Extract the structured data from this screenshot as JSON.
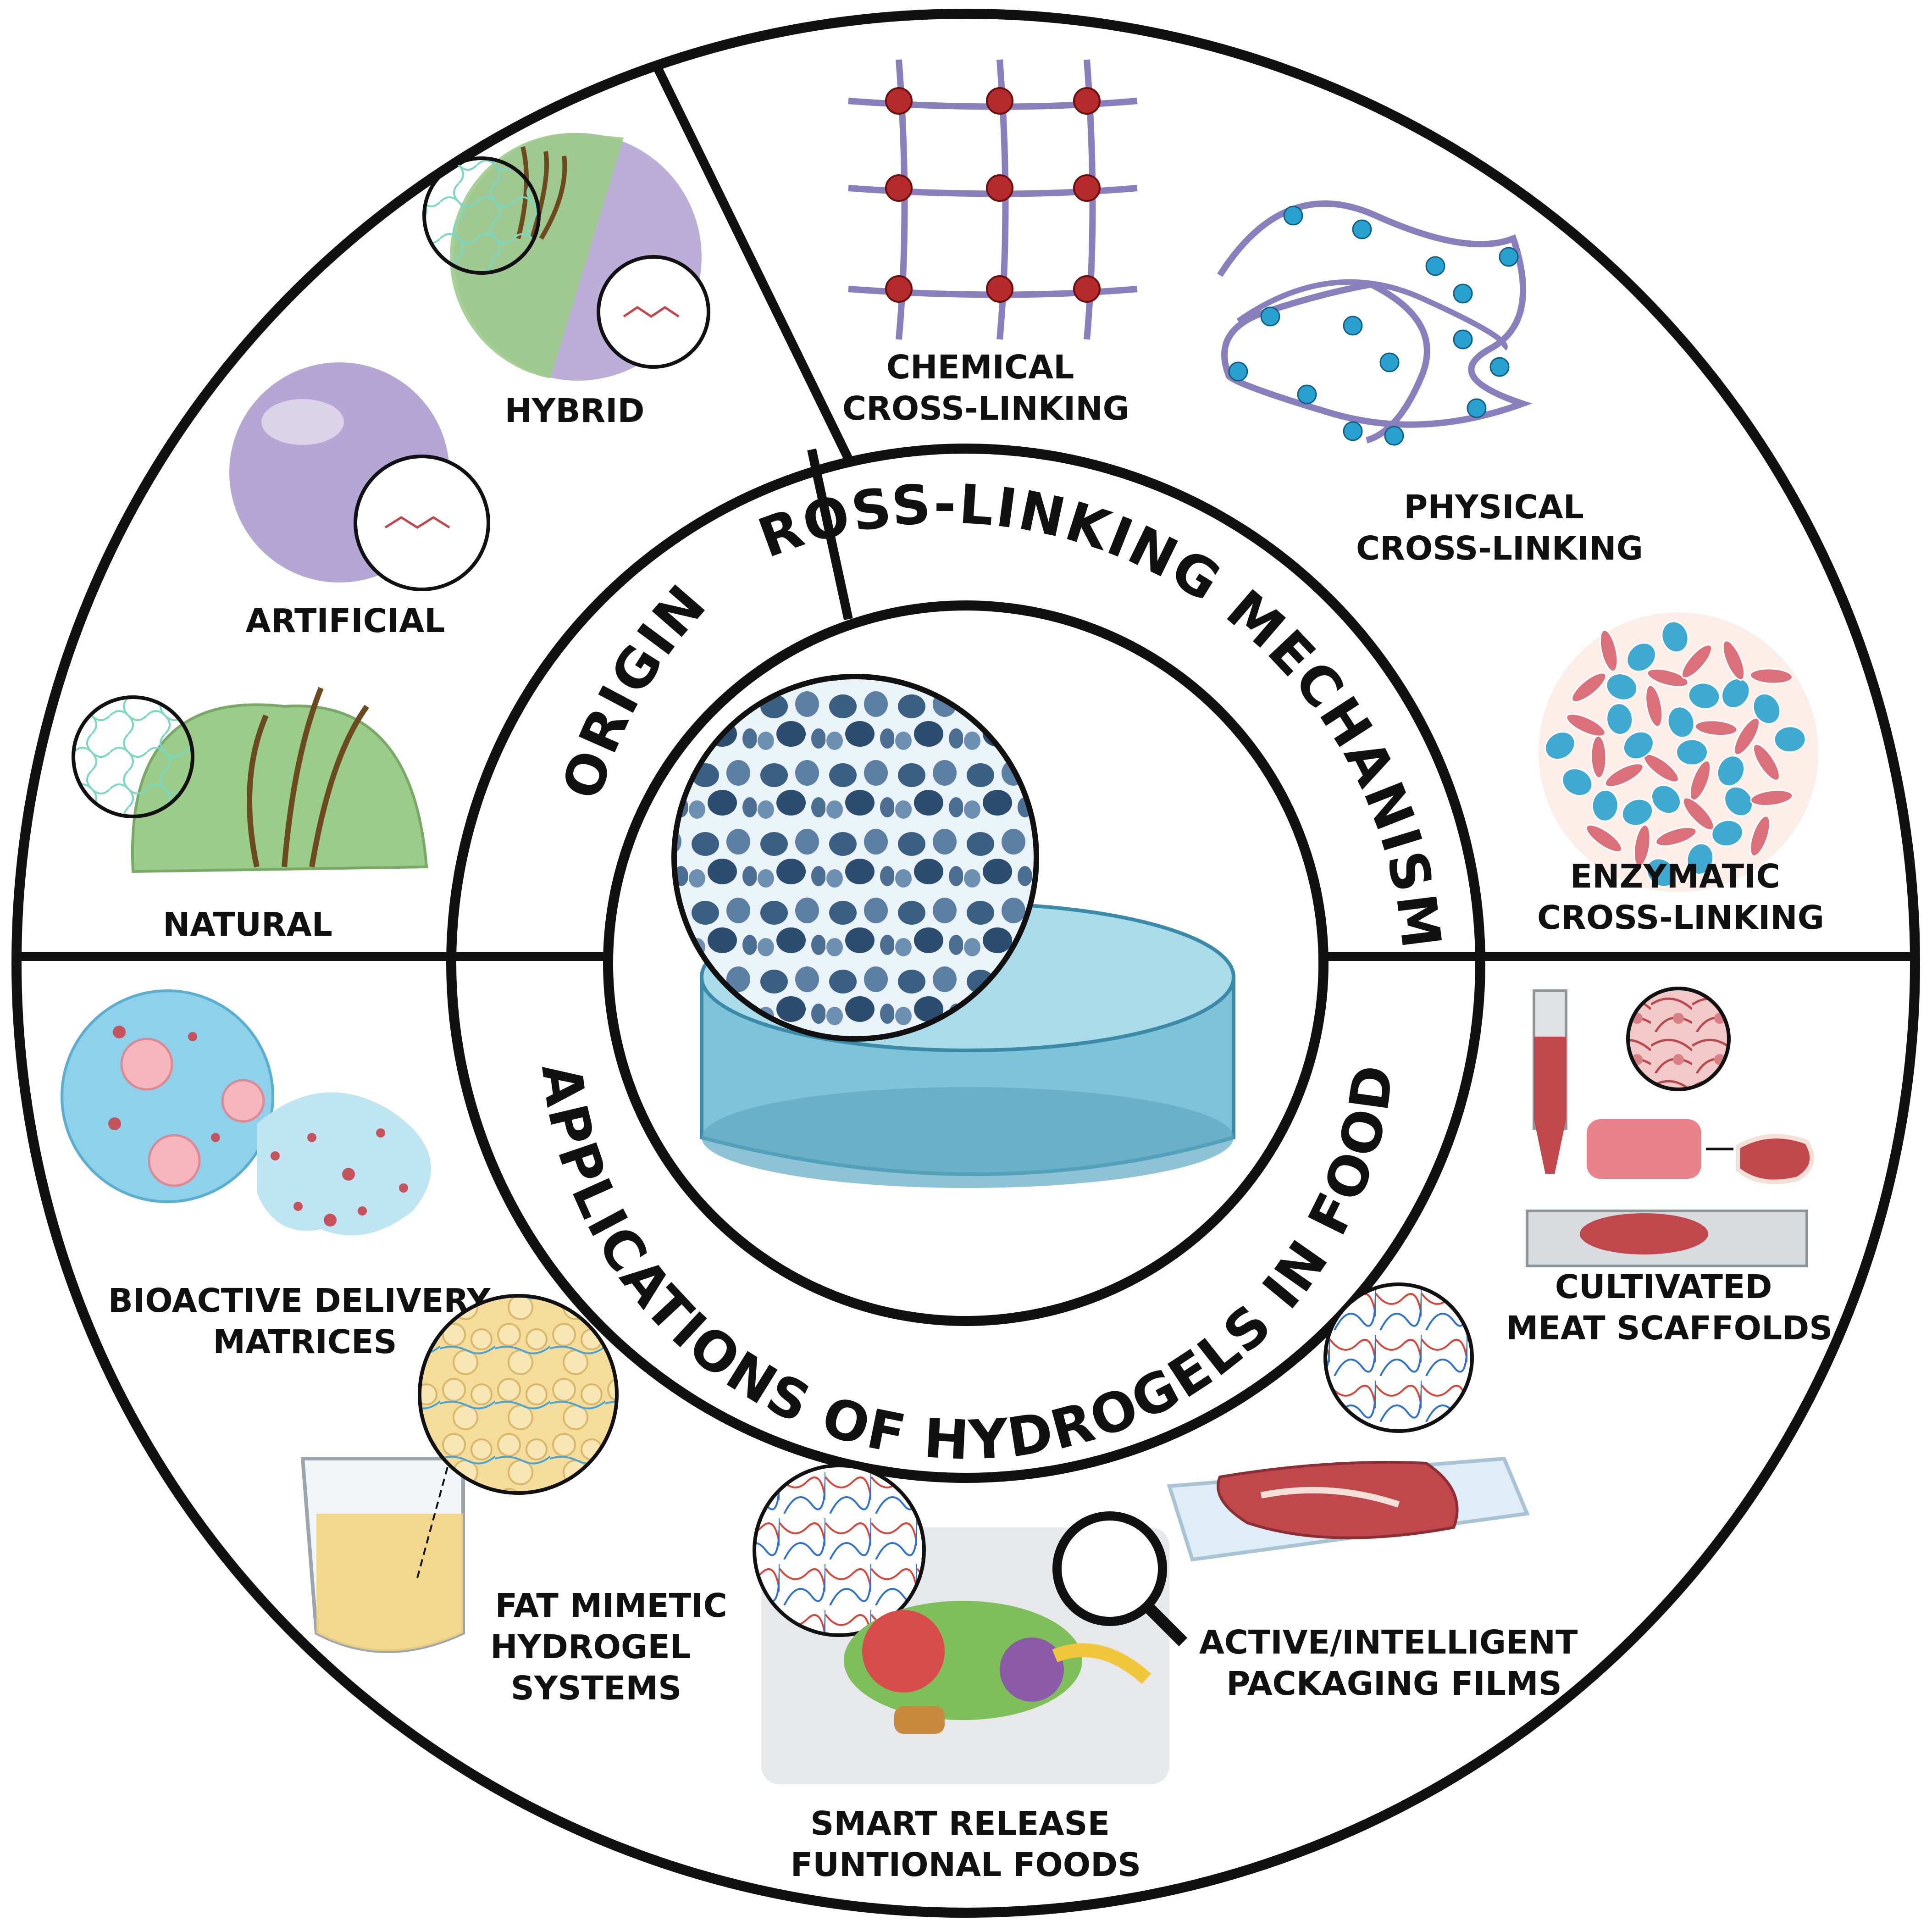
{
  "ring_labels": {
    "origin": "ORIGIN",
    "crosslinking": "CROSS-LINKING MECHANISMS",
    "applications": "APPLICATIONS OF HYDROGELS IN FOOD"
  },
  "origin": {
    "hybrid": [
      "HYBRID"
    ],
    "artificial": [
      "ARTIFICIAL"
    ],
    "natural": [
      "NATURAL"
    ]
  },
  "crosslinking": {
    "chemical": [
      "CHEMICAL",
      "CROSS-LINKING"
    ],
    "physical": [
      "PHYSICAL",
      "CROSS-LINKING"
    ],
    "enzymatic": [
      "ENZYMATIC",
      "CROSS-LINKING"
    ]
  },
  "applications": {
    "bioactive": [
      "BIOACTIVE DELIVERY",
      "MATRICES"
    ],
    "fat_mimetic": [
      "FAT MIMETIC",
      "HYDROGEL",
      "SYSTEMS"
    ],
    "smart_release": [
      "SMART RELEASE",
      "FUNTIONAL FOODS"
    ],
    "packaging": [
      "ACTIVE/INTELLIGENT",
      "PACKAGING FILMS"
    ],
    "cultivated_meat": [
      "CULTIVATED",
      "MEAT SCAFFOLDS"
    ]
  },
  "colors": {
    "outline": "#111111",
    "hydrogel_blue": "#7fc3d8",
    "chemical_node": "#b52a2a",
    "physical_node": "#2aa0d0",
    "strand": "#8a7fbd",
    "natural_green": "#9ccc8a",
    "artificial_purple": "#b5a6d3",
    "meat_red": "#c0474c"
  }
}
